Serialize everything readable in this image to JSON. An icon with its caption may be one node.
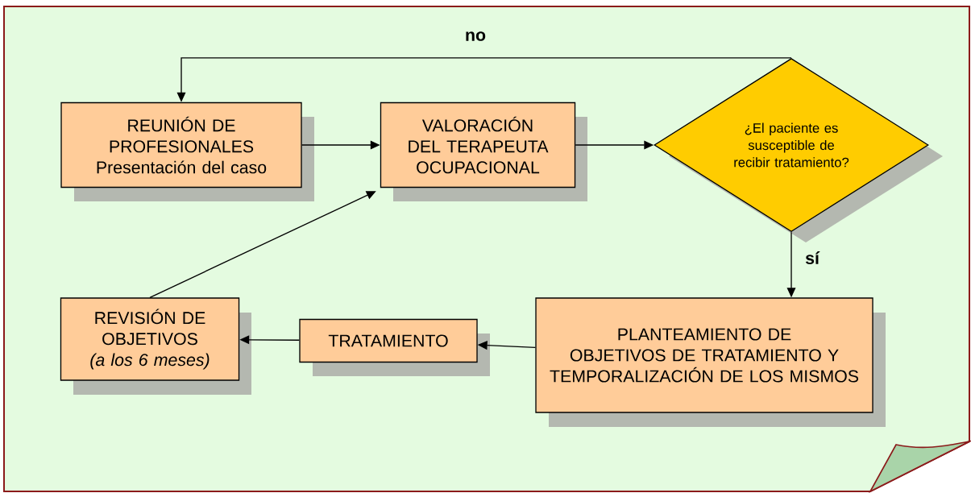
{
  "diagram": {
    "nodes": [
      {
        "text": [
          "REUNIÓN DE PROFESIONALES",
          "Presentación del caso"
        ]
      },
      {
        "text": [
          "VALORACIÓN DEL TERAPEUTA OCUPACIONAL"
        ]
      },
      {
        "text": [
          "¿El paciente es susceptible de recibir tratamiento?"
        ]
      },
      {
        "text": [
          "PLANTEAMIENTO DE OBJETIVOS DE TRATAMIENTO Y TEMPORALIZACIÓN DE LOS MISMOS"
        ]
      },
      {
        "text": [
          "TRATAMIENTO"
        ]
      },
      {
        "text": [
          "REVISIÓN DE OBJETIVOS",
          "(a los 6 meses)"
        ]
      }
    ],
    "edges": [
      {
        "from": 0,
        "to": 1,
        "arrow": "to"
      },
      {
        "from": 1,
        "to": 2,
        "arrow": "to"
      },
      {
        "from": 2,
        "to": 0,
        "arrow": "to",
        "label": "no"
      },
      {
        "from": 2,
        "to": 3,
        "arrow": "to",
        "label": "sí"
      },
      {
        "from": 3,
        "to": 4,
        "arrow": "to"
      },
      {
        "from": 4,
        "to": 5,
        "arrow": "to"
      },
      {
        "from": 5,
        "to": 1,
        "arrow": "to"
      }
    ]
  }
}
